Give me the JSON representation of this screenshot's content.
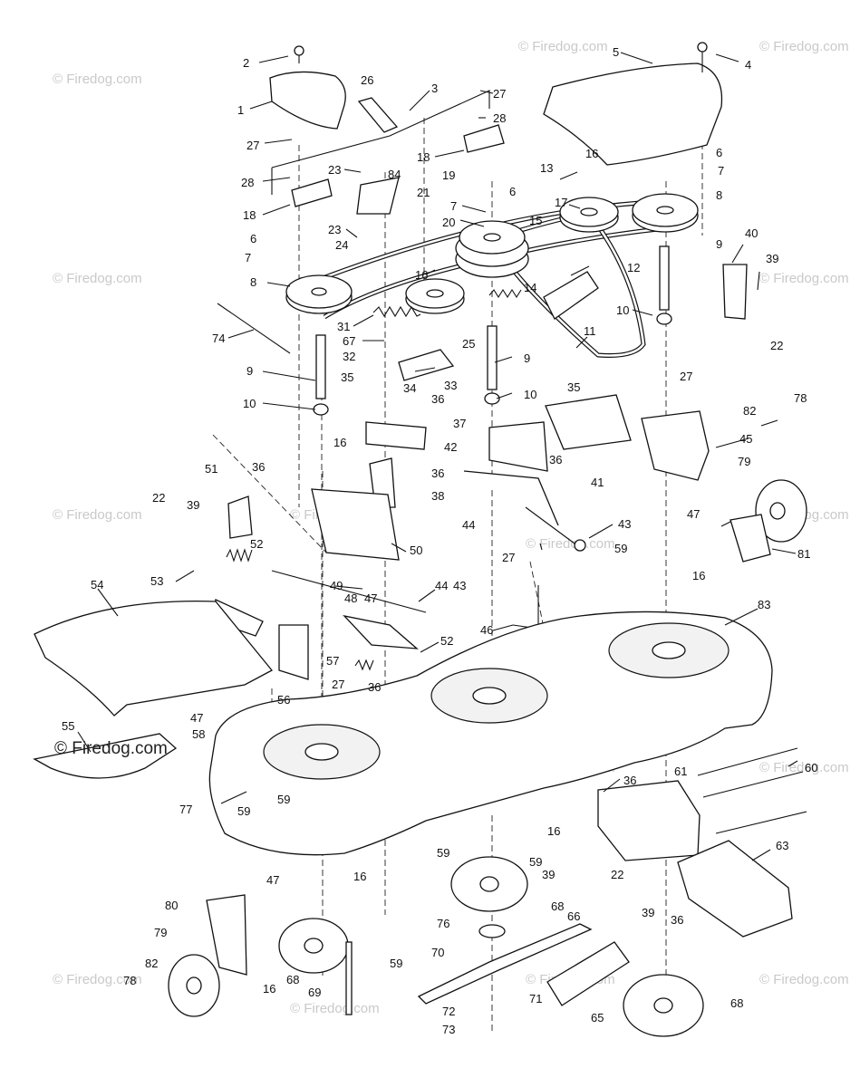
{
  "watermark": "© Firedog.com",
  "labels": [
    {
      "id": "l2",
      "text": "2"
    },
    {
      "id": "l1",
      "text": "1"
    },
    {
      "id": "l27a",
      "text": "27"
    },
    {
      "id": "l28a",
      "text": "28"
    },
    {
      "id": "l18a",
      "text": "18"
    },
    {
      "id": "l6a",
      "text": "6"
    },
    {
      "id": "l7a",
      "text": "7"
    },
    {
      "id": "l8a",
      "text": "8"
    },
    {
      "id": "l74",
      "text": "74"
    },
    {
      "id": "l9a",
      "text": "9"
    },
    {
      "id": "l10a",
      "text": "10"
    },
    {
      "id": "l26",
      "text": "26"
    },
    {
      "id": "l3",
      "text": "3"
    },
    {
      "id": "l23a",
      "text": "23"
    },
    {
      "id": "l84",
      "text": "84"
    },
    {
      "id": "l21",
      "text": "21"
    },
    {
      "id": "l23b",
      "text": "23"
    },
    {
      "id": "l24",
      "text": "24"
    },
    {
      "id": "l16a",
      "text": "16"
    },
    {
      "id": "l31",
      "text": "31"
    },
    {
      "id": "l67",
      "text": "67"
    },
    {
      "id": "l32",
      "text": "32"
    },
    {
      "id": "l35a",
      "text": "35"
    },
    {
      "id": "l34",
      "text": "34"
    },
    {
      "id": "l36a",
      "text": "36"
    },
    {
      "id": "l37",
      "text": "37"
    },
    {
      "id": "l16b",
      "text": "16"
    },
    {
      "id": "l36b",
      "text": "36"
    },
    {
      "id": "l36c",
      "text": "36"
    },
    {
      "id": "l38",
      "text": "38"
    },
    {
      "id": "l27b",
      "text": "27"
    },
    {
      "id": "l28b",
      "text": "28"
    },
    {
      "id": "l18b",
      "text": "18"
    },
    {
      "id": "l19",
      "text": "19"
    },
    {
      "id": "l7b",
      "text": "7"
    },
    {
      "id": "l6b",
      "text": "6"
    },
    {
      "id": "l20",
      "text": "20"
    },
    {
      "id": "l14",
      "text": "14"
    },
    {
      "id": "l25",
      "text": "25"
    },
    {
      "id": "l33",
      "text": "33"
    },
    {
      "id": "l9b",
      "text": "9"
    },
    {
      "id": "l10b",
      "text": "10"
    },
    {
      "id": "l5",
      "text": "5"
    },
    {
      "id": "l4",
      "text": "4"
    },
    {
      "id": "l16c",
      "text": "16"
    },
    {
      "id": "l13",
      "text": "13"
    },
    {
      "id": "l17",
      "text": "17"
    },
    {
      "id": "l15",
      "text": "15"
    },
    {
      "id": "l6c",
      "text": "6"
    },
    {
      "id": "l7c",
      "text": "7"
    },
    {
      "id": "l8b",
      "text": "8"
    },
    {
      "id": "l9c",
      "text": "9"
    },
    {
      "id": "l12",
      "text": "12"
    },
    {
      "id": "l11",
      "text": "11"
    },
    {
      "id": "l10c",
      "text": "10"
    },
    {
      "id": "l40",
      "text": "40"
    },
    {
      "id": "l39a",
      "text": "39"
    },
    {
      "id": "l22a",
      "text": "22"
    },
    {
      "id": "l27c",
      "text": "27"
    },
    {
      "id": "l35b",
      "text": "35"
    },
    {
      "id": "l42",
      "text": "42"
    },
    {
      "id": "l36d",
      "text": "36"
    },
    {
      "id": "l41",
      "text": "41"
    },
    {
      "id": "l45",
      "text": "45"
    },
    {
      "id": "l78a",
      "text": "78"
    },
    {
      "id": "l82a",
      "text": "82"
    },
    {
      "id": "l79a",
      "text": "79"
    },
    {
      "id": "l47a",
      "text": "47"
    },
    {
      "id": "l81",
      "text": "81"
    },
    {
      "id": "l16d",
      "text": "16"
    },
    {
      "id": "l43a",
      "text": "43"
    },
    {
      "id": "l44a",
      "text": "44"
    },
    {
      "id": "l59a",
      "text": "59"
    },
    {
      "id": "l51",
      "text": "51"
    },
    {
      "id": "l22b",
      "text": "22"
    },
    {
      "id": "l39b",
      "text": "39"
    },
    {
      "id": "l52a",
      "text": "52"
    },
    {
      "id": "l53",
      "text": "53"
    },
    {
      "id": "l54",
      "text": "54"
    },
    {
      "id": "l50",
      "text": "50"
    },
    {
      "id": "l49",
      "text": "49"
    },
    {
      "id": "l44b",
      "text": "44"
    },
    {
      "id": "l43b",
      "text": "43"
    },
    {
      "id": "l48",
      "text": "48"
    },
    {
      "id": "l47b",
      "text": "47"
    },
    {
      "id": "l52b",
      "text": "52"
    },
    {
      "id": "l57",
      "text": "57"
    },
    {
      "id": "l27d",
      "text": "27"
    },
    {
      "id": "l36e",
      "text": "36"
    },
    {
      "id": "l56",
      "text": "56"
    },
    {
      "id": "l46",
      "text": "46"
    },
    {
      "id": "l27e",
      "text": "27"
    },
    {
      "id": "l83",
      "text": "83"
    },
    {
      "id": "l55",
      "text": "55"
    },
    {
      "id": "l47c",
      "text": "47"
    },
    {
      "id": "l58",
      "text": "58"
    },
    {
      "id": "l77",
      "text": "77"
    },
    {
      "id": "l59b",
      "text": "59"
    },
    {
      "id": "l59c",
      "text": "59"
    },
    {
      "id": "l36f",
      "text": "36"
    },
    {
      "id": "l61",
      "text": "61"
    },
    {
      "id": "l60",
      "text": "60"
    },
    {
      "id": "l16e",
      "text": "16"
    },
    {
      "id": "l59d",
      "text": "59"
    },
    {
      "id": "l59e",
      "text": "59"
    },
    {
      "id": "l39c",
      "text": "39"
    },
    {
      "id": "l22c",
      "text": "22"
    },
    {
      "id": "l63",
      "text": "63"
    },
    {
      "id": "l36g",
      "text": "36"
    },
    {
      "id": "l39d",
      "text": "39"
    },
    {
      "id": "l66",
      "text": "66"
    },
    {
      "id": "l68a",
      "text": "68"
    },
    {
      "id": "l16f",
      "text": "16"
    },
    {
      "id": "l80",
      "text": "80"
    },
    {
      "id": "l47d",
      "text": "47"
    },
    {
      "id": "l79b",
      "text": "79"
    },
    {
      "id": "l16g",
      "text": "16"
    },
    {
      "id": "l82b",
      "text": "82"
    },
    {
      "id": "l78b",
      "text": "78"
    },
    {
      "id": "l68b",
      "text": "68"
    },
    {
      "id": "l69",
      "text": "69"
    },
    {
      "id": "l59f",
      "text": "59"
    },
    {
      "id": "l76",
      "text": "76"
    },
    {
      "id": "l70",
      "text": "70"
    },
    {
      "id": "l71",
      "text": "71"
    },
    {
      "id": "l72",
      "text": "72"
    },
    {
      "id": "l73",
      "text": "73"
    },
    {
      "id": "l65",
      "text": "65"
    },
    {
      "id": "l68c",
      "text": "68"
    }
  ]
}
